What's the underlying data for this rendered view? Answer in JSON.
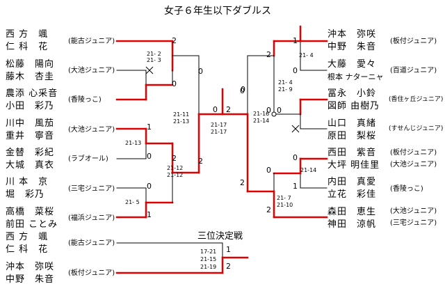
{
  "title": "女子６年生以下ダブルス",
  "third_place_title": "三位決定戦",
  "left_teams": [
    {
      "p1": "西 方　颯",
      "p2": "仁 科　花",
      "club": "(能古ジュニア)"
    },
    {
      "p1": "松藤　陽向",
      "p2": "藤木　杏圭",
      "club": "(大池ジュニア)"
    },
    {
      "p1": "農添 心采音",
      "p2": "小田　彩乃",
      "club": "(香陵っこ)"
    },
    {
      "p1": "川中　風茄",
      "p2": "重井　寧音",
      "club": "(大池ジュニア)"
    },
    {
      "p1": "金替　彩紀",
      "p2": "大城　真衣",
      "club": "(ラブオール)"
    },
    {
      "p1": "川 本　京",
      "p2": "堀　彩乃",
      "club": "(三宅ジュニア)"
    },
    {
      "p1": "高橋　菜桜",
      "p2": "前田 ことみ",
      "club": "(福浜ジュニア)"
    }
  ],
  "right_teams": [
    {
      "p1": "沖本　弥咲",
      "p2": "中野　朱音",
      "club": "(板付ジュニア)",
      "small2": false
    },
    {
      "p1": "大藤　愛々",
      "p2": "根本 ナターニャ",
      "club": "(百道ジュニア)",
      "small2": true
    },
    {
      "p1": "冨永　小鈴",
      "p2": "図師 由樹乃",
      "club": "(香住ヶ丘ジュニア)",
      "small2": false
    },
    {
      "p1": "山口　真緒",
      "p2": "原田　梨桜",
      "club": "(すせんじジュニア)",
      "small2": false
    },
    {
      "p1": "西田　紫音",
      "p2": "大坪 明佳里",
      "club": "(板付ジュニア)",
      "club2": "(大池ジュニア)",
      "small2": false
    },
    {
      "p1": "内田　真愛",
      "p2": "立花　彩佳",
      "club": "(香陵っこ)",
      "small2": false
    },
    {
      "p1": "森田　恵生",
      "p2": "神田　涼帆",
      "club": "(大池ジュニア)",
      "club2": "(三宅ジュニア)",
      "small2": false
    }
  ],
  "third_place_teams": [
    {
      "p1": "西 方　颯",
      "p2": "仁 科　花",
      "club": "(能古ジュニア)"
    },
    {
      "p1": "沖本　弥咲",
      "p2": "中野　朱音",
      "club": "(板付ジュニア)"
    }
  ],
  "results": {
    "L_r1a_top": "2",
    "L_r1a_bot": "0",
    "L_r1b_top": "1",
    "L_r1b_bot": "0",
    "L_r1c_top": "0",
    "L_r1c_bot": "1",
    "L_r2a_top": "0",
    "L_r2a_bot": "2",
    "L_r2b_top": "2",
    "L_sf": "0",
    "F_left": "2",
    "F_right": "0",
    "R_r1a_top": "1",
    "R_r1a_bot": "0",
    "R_r1b": "0",
    "R_r1c_top": "0",
    "R_r1c_bot": "1",
    "R_r2a_top": "2",
    "R_r2a_bot": "0",
    "R_r2b_top": "0",
    "R_r2b_bot": "2",
    "R_sf_top": "0",
    "R_sf_bot": "2",
    "T_top": "1",
    "T_bot": "2"
  },
  "scores": {
    "L1": "21- 2\n21- 3",
    "L2": "21-13",
    "L3": "21- 5",
    "L4": "21-12\n21-12",
    "L5": "21-11\n21-13",
    "F": "21-17\n21-17",
    "R1": "21- 4",
    "R2": "21- 4\n21- 9",
    "R3": "21-16\n21-14",
    "R4": "21-14",
    "R5": "21- 7\n21-10",
    "T": "17-21\n21-15\n21-19"
  }
}
